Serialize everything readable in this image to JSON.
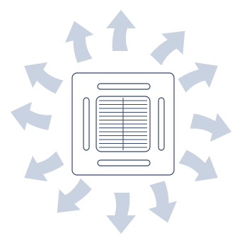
{
  "colors": {
    "background": "#ffffff",
    "arrow_fill": "#c9d2e0",
    "unit_stroke": "#35456e",
    "unit_fill": "#ffffff"
  },
  "diagram": {
    "central_unit_icon": "ceiling-cassette-air-conditioner-icon",
    "airflow_arrow_icon": "curved-airflow-arrow-icon",
    "airflow_directions": [
      "north",
      "north-northeast",
      "east-northeast",
      "east",
      "east-southeast",
      "south-southeast",
      "south",
      "south-southwest",
      "west-southwest",
      "west",
      "west-northwest",
      "north-northwest"
    ]
  }
}
